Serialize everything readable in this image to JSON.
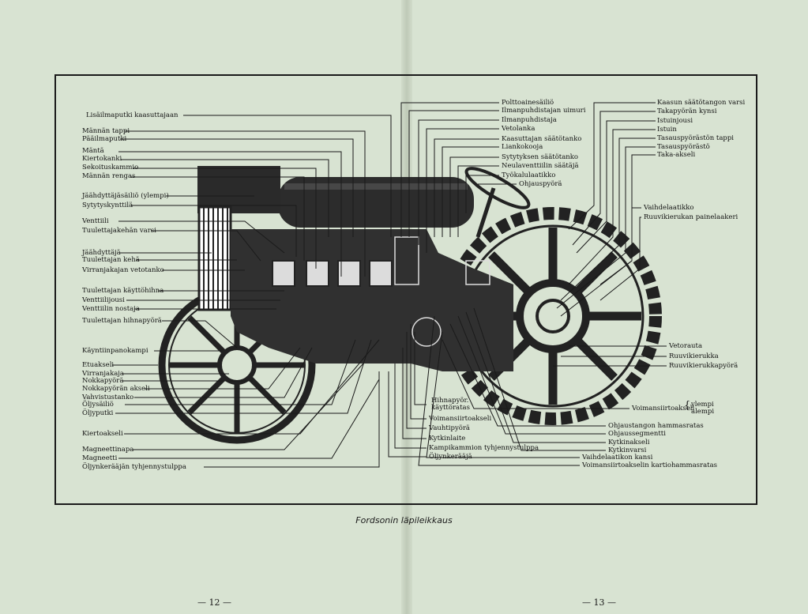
{
  "left_labels": [
    "Lisäilmaputki kaasuttajaan",
    "Männän tappi",
    "Pääilmaputki",
    "Mäntä",
    "Kiertokanki",
    "Sekoituskammio",
    "Männän rengas",
    "Jäähdyttäjäsäiliö (ylempi)",
    "Sytytyskynttilä",
    "Venttiili",
    "Tuulettajakehän varsi",
    "Jäähdyttäjä",
    "Tuulettajan kehä",
    "Virranjakajan vetotanko",
    "Tuulettajan käyttöhihna",
    "Venttiilijousi",
    "Venttiilin nostaja",
    "Tuulettajan hihnapyörä",
    "Käyntiinpanokampi",
    "Etuakseli",
    "Virranjakaja",
    "Nokkapyörä",
    "Nokkapyörän akseli",
    "Vahvistustanko",
    "Öljysäiliö",
    "Öljyputki",
    "Kiertoakseli",
    "Magneettinapa",
    "Magneetti",
    "Öljynkerääjän tyhjennystulppa"
  ],
  "top_center_labels": [
    "Polttoainesäiliö",
    "Ilmanpuhdistajan uimuri",
    "Ilmanpuhdistaja",
    "Vetolanka",
    "Kaasuttajan säätötanko",
    "Liankokooja",
    "Sytytyksen säätötanko",
    "Neulaventtiilin säätäjä",
    "Työkalulaatikko",
    "Ohjauspyörä"
  ],
  "top_right_labels": [
    "Kaasun säätötangon varsi",
    "Takapyörän kynsi",
    "Istuinjousi",
    "Istuin",
    "Tasauspyörästön tappi",
    "Tasauspyörästö",
    "Taka-akseli"
  ],
  "right_labels": [
    "Vaihdelaatikko",
    "Ruuvikierukan painelaakeri",
    "Vetorauta",
    "Ruuvikierukka",
    "Ruuvikierukkapyörä"
  ],
  "voimansiirto": {
    "label": "Voimansiirtoakseli",
    "upper": "ylempi",
    "lower": "alempi"
  },
  "bottom_right_labels": [
    "Ohjaustangon hammasratas",
    "Ohjaussegmentti",
    "Kytkinakseli",
    "Kytkinvarsi",
    "Vaihdelaatikon kansi",
    "Voimansiirtoakselin kartiohammasratas"
  ],
  "bottom_center_labels": [
    "Hihnapyör. käyttöratas",
    "Voimansiirtoakseli",
    "Vauhtipyörä",
    "Kytkinlaite",
    "Kampikammion tyhjennystulppa",
    "Öljynkerääjä"
  ],
  "caption": "Fordsonin läpileikkaus",
  "page_left": "— 12 —",
  "page_right": "— 13 —"
}
